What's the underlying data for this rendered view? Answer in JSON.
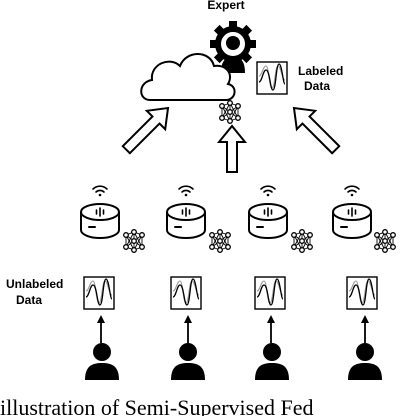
{
  "expert_label": "Expert",
  "labeled_data_label": [
    "Labeled",
    "Data"
  ],
  "unlabeled_data_label": [
    "Unlabeled",
    "Data"
  ],
  "caption": "illustration of Semi-Supervised Fed",
  "device_count": 4,
  "icons": {
    "expert": "expert-gear-person-icon",
    "cloud": "cloud-icon",
    "model": "neural-network-icon",
    "device": "smart-speaker-icon",
    "wifi": "wifi-icon",
    "data": "signal-waveform-icon",
    "user": "person-icon"
  },
  "colors": {
    "ink": "#000000",
    "background": "#ffffff",
    "waveform_faint": "#9a9a9a"
  }
}
